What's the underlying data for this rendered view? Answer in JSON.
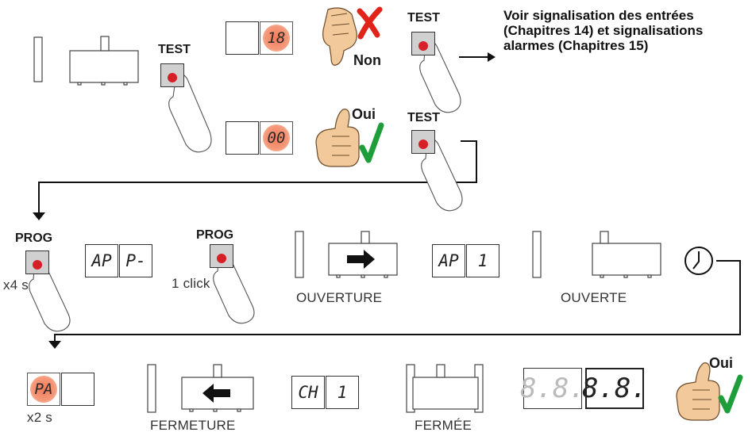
{
  "labels": {
    "test": "TEST",
    "non": "Non",
    "oui": "Oui",
    "prog": "PROG",
    "x4s": "x4 s",
    "one_click": "1 click",
    "x2s": "x2 s",
    "ouverture": "OUVERTURE",
    "ouverte": "OUVERTE",
    "fermeture": "FERMETURE",
    "fermee": "FERMÉE"
  },
  "note": {
    "line1": "Voir signalisation des entrées",
    "line2": "(Chapitres 14) et signalisations",
    "line3": "alarmes (Chapitres 15)"
  },
  "displays": {
    "error_code": "18",
    "ok_code": "00",
    "ap_left": "AP",
    "ap_right": "P-",
    "ap1_left": "AP",
    "ap1_right": "1",
    "pa": "PA",
    "ch_left": "CH",
    "ch_right": "1",
    "final_left": "8.8.",
    "final_right": "8.8."
  },
  "colors": {
    "button_red": "#d61f26",
    "glow": "#f07a5a",
    "check_green": "#1e9e3a",
    "cross_red": "#e2231a",
    "skin": "#f2c99a"
  }
}
